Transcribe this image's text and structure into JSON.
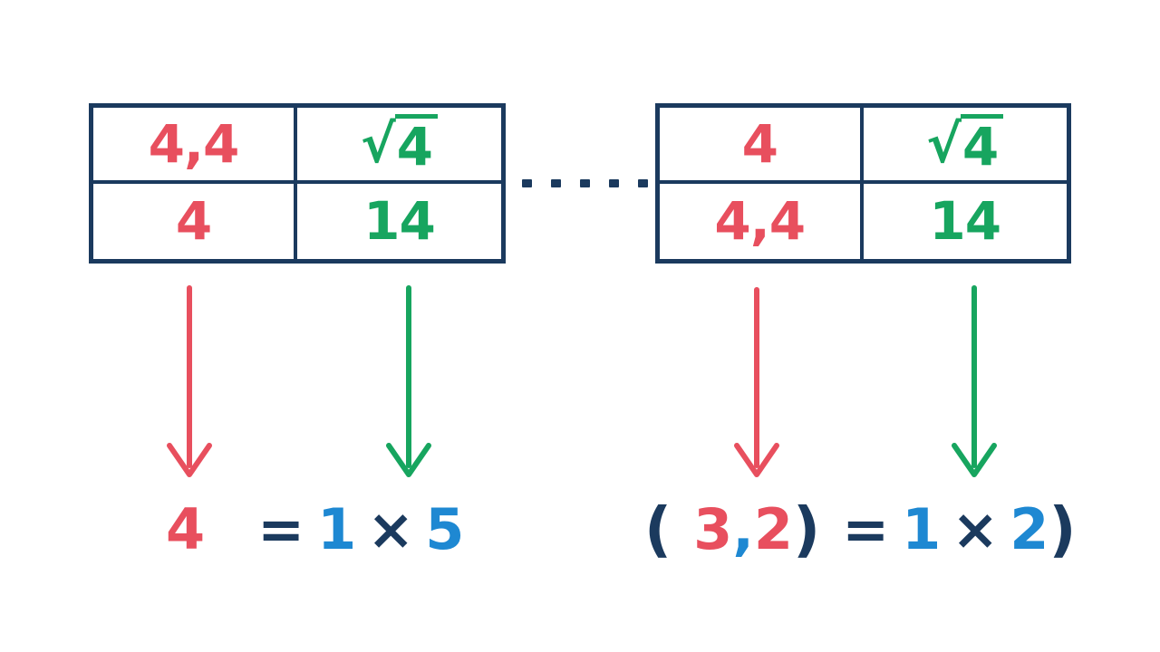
{
  "colors": {
    "navy": "#1b3a5e",
    "red": "#e84f5e",
    "green": "#17a55f",
    "blue": "#1e88d2",
    "background": "#ffffff"
  },
  "left_table": {
    "top_left": "4,4",
    "top_right_radical": "√",
    "top_right_radicand": "4",
    "bottom_left": "4",
    "bottom_right": "14"
  },
  "right_table": {
    "top_left": "4",
    "top_right_radical": "√",
    "top_right_radicand": "4",
    "bottom_left": "4,4",
    "bottom_right": "14"
  },
  "left_equation": {
    "result": "4",
    "equals": "=",
    "operand1": "1",
    "operator": "×",
    "operand2": "5"
  },
  "right_equation": {
    "open_paren": "(",
    "pair_first": "3",
    "comma": ",",
    "pair_second": "2",
    "close_paren": ")",
    "equals": "=",
    "operand1": "1",
    "operator": "×",
    "operand2": "2",
    "trailing_paren": ")"
  }
}
